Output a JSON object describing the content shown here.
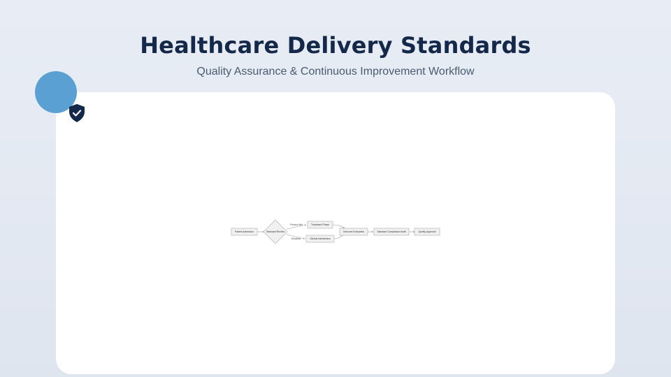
{
  "header": {
    "title": "Healthcare Delivery Standards",
    "subtitle": "Quality Assurance & Continuous Improvement Workflow"
  },
  "badge": {
    "icon": "shield-check-icon",
    "color": "#5aa0d2",
    "shield_color": "#14294a"
  },
  "flowchart": {
    "nodes": {
      "patient_admission": "Patient Admission",
      "standard_review": "Standard Review",
      "treatment_phase": "Treatment Phase",
      "clinical_intervention": "Clinical Intervention",
      "outcome_evaluation": "Outcome Evaluation",
      "standard_compliance_audit": "Standard Compliance Audit",
      "quality_approval": "Quality Approval"
    },
    "edge_labels": {
      "protocol_met": "Protocol Met",
      "deviation": "Deviation"
    }
  }
}
